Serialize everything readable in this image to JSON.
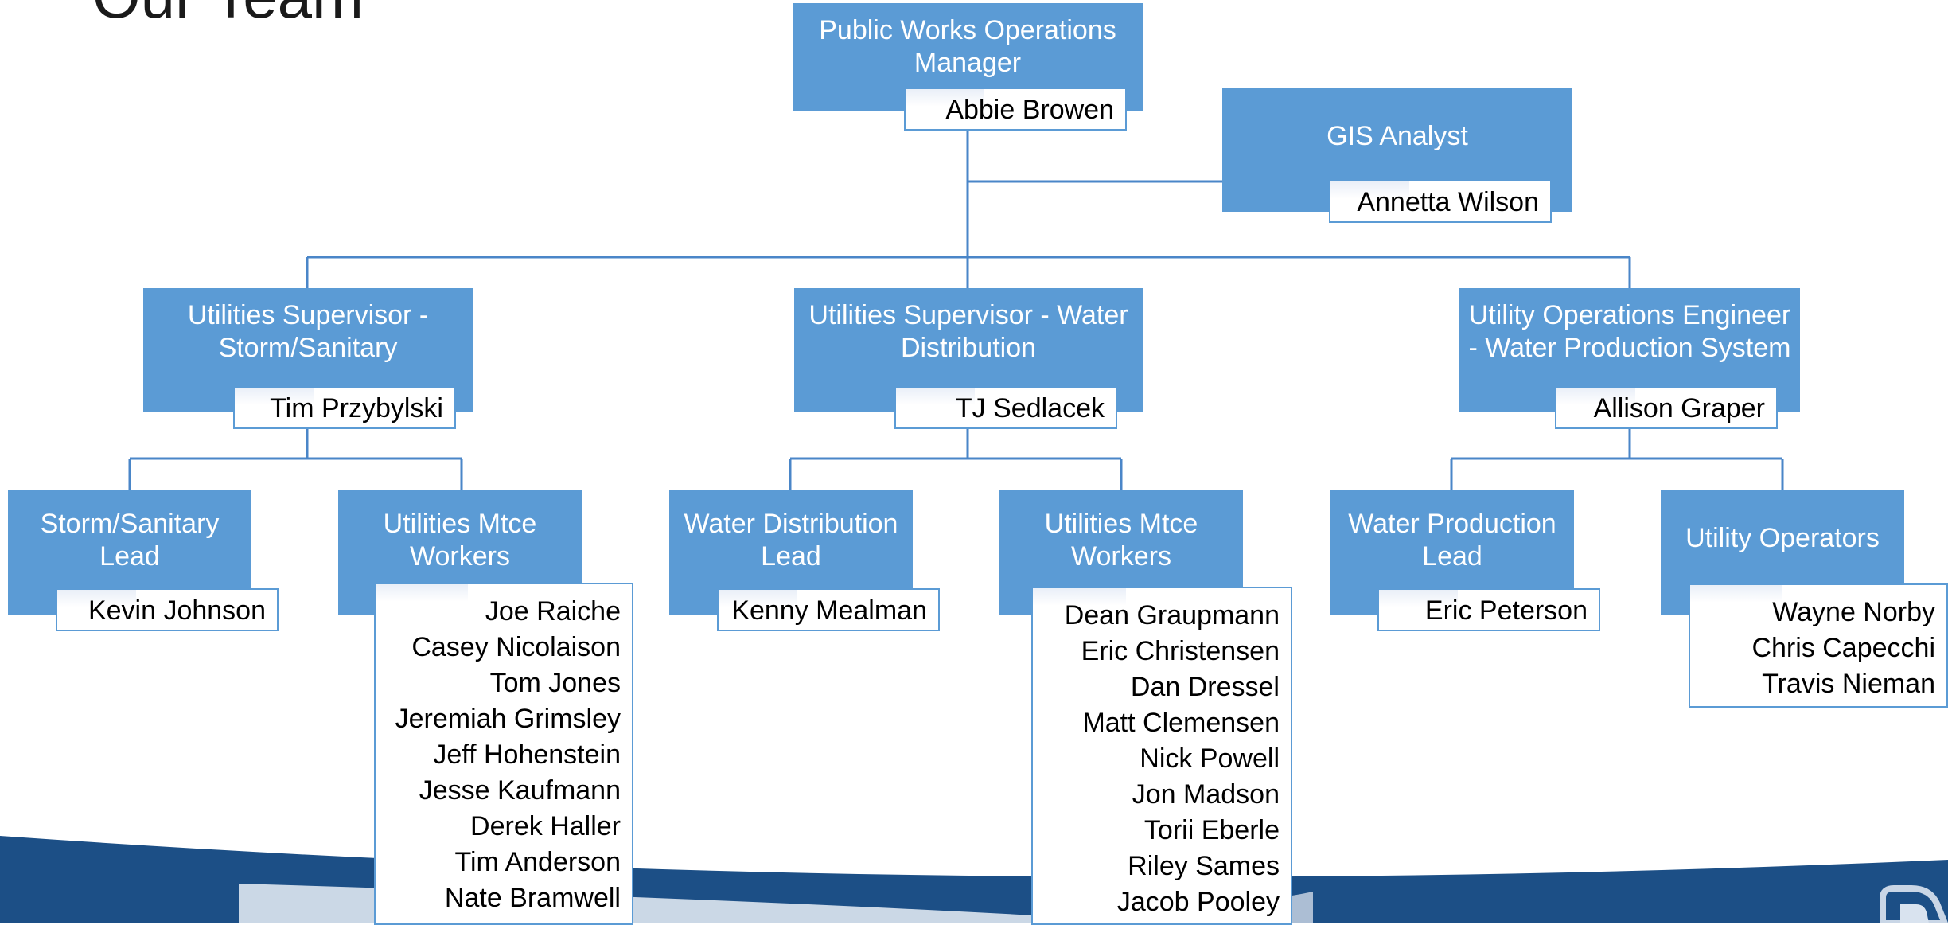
{
  "page": {
    "title": "Our Team"
  },
  "colors": {
    "box": "#5b9bd5",
    "line": "#4a86c8",
    "banner": "#1c4f86",
    "banner_light": "#dfe7f1"
  },
  "org": {
    "manager": {
      "role": "Public Works Operations Manager",
      "name": "Abbie Browen"
    },
    "gis": {
      "role": "GIS Analyst",
      "name": "Annetta Wilson"
    },
    "sup_storm": {
      "role": "Utilities Supervisor - Storm/Sanitary",
      "name": "Tim Przybylski"
    },
    "sup_water": {
      "role": "Utilities Supervisor - Water Distribution",
      "name": "TJ Sedlacek"
    },
    "engineer": {
      "role": "Utility Operations Engineer - Water Production System",
      "name": "Allison Graper"
    },
    "storm_lead": {
      "role": "Storm/Sanitary Lead",
      "name": "Kevin Johnson"
    },
    "storm_workers": {
      "role": "Utilities Mtce Workers",
      "names": [
        "Joe Raiche",
        "Casey Nicolaison",
        "Tom Jones",
        "Jeremiah Grimsley",
        "Jeff Hohenstein",
        "Jesse Kaufmann",
        "Derek Haller",
        "Tim Anderson",
        "Nate Bramwell"
      ]
    },
    "water_lead": {
      "role": "Water Distribution Lead",
      "name": "Kenny Mealman"
    },
    "water_workers": {
      "role": "Utilities Mtce Workers",
      "names": [
        "Dean Graupmann",
        "Eric Christensen",
        "Dan Dressel",
        "Matt Clemensen",
        "Nick Powell",
        "Jon Madson",
        "Torii Eberle",
        "Riley Sames",
        "Jacob Pooley"
      ]
    },
    "prod_lead": {
      "role": "Water Production Lead",
      "name": "Eric Peterson"
    },
    "operators": {
      "role": "Utility Operators",
      "names": [
        "Wayne Norby",
        "Chris Capecchi",
        "Travis Nieman"
      ]
    }
  },
  "logo": {
    "icon": "company-logo-icon"
  }
}
